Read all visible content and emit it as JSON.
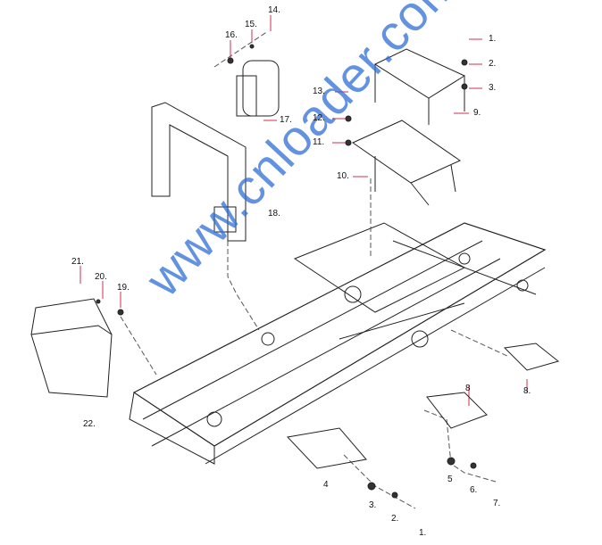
{
  "watermark": "www.cnloader.com",
  "labels": {
    "l14": "14.",
    "l15": "15.",
    "l16": "16.",
    "l17": "17.",
    "l18": "18.",
    "r1": "1.",
    "r2": "2.",
    "r3": "3.",
    "r9": "9.",
    "r13": "13.",
    "r12": "12.",
    "r11": "11.",
    "r10": "10.",
    "l21": "21.",
    "l20": "20.",
    "l19": "19.",
    "l22": "22.",
    "b8a": "8",
    "b8b": "8.",
    "b4": "4",
    "b5": "5",
    "b6": "6.",
    "b7": "7.",
    "b3": "3.",
    "b2": "2.",
    "b1": "1."
  },
  "colors": {
    "leader": "#d0304a",
    "line": "#222222",
    "watermark": "#2f6fd6"
  }
}
